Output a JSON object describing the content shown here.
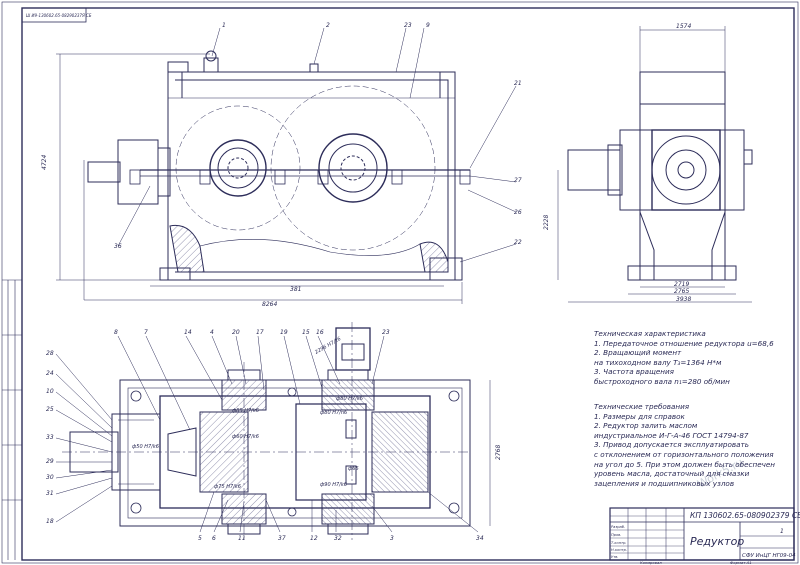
{
  "sheet": {
    "corner_stamp": "Ш И9-130602.65-08290237Я СБ",
    "format_label": "Формат  А1",
    "copied_label": "Копировал"
  },
  "drawing": {
    "front_dims": {
      "height": "4724",
      "width": "8264",
      "axis": "381"
    },
    "side_dims": {
      "top": "1574",
      "height": "2228",
      "w1": "2719",
      "w2": "2765",
      "total": "3938"
    },
    "plan_dims": {
      "height": "2768",
      "shaft": "2296 Н7/k6"
    },
    "callouts_front": [
      "1",
      "2",
      "23",
      "9",
      "21",
      "27",
      "26",
      "22",
      "36"
    ],
    "callouts_plan_top": [
      "8",
      "7",
      "14",
      "4",
      "20",
      "17",
      "19",
      "15",
      "16",
      "23"
    ],
    "callouts_plan_left": [
      "28",
      "24",
      "10",
      "25",
      "33",
      "29",
      "30",
      "31",
      "18"
    ],
    "callouts_plan_bottom": [
      "5",
      "6",
      "11",
      "37",
      "12",
      "32",
      "3",
      "34"
    ],
    "fits": [
      "ф85 Н7/k6",
      "ф60 Н7/k6",
      "ф80 Н7/n6",
      "ф65",
      "ф90 Н7/k6",
      "ф75 Н7/k6",
      "ф50 Н7/k6",
      "ф80 Н7/k6"
    ]
  },
  "technical_characteristics": {
    "title": "Техническая характеристика",
    "lines": [
      "1. Передаточное отношение редуктора u=68,6",
      "2. Вращающий момент",
      "на тихоходном валу  Т₃=1364 Н*м",
      "3. Частота вращения",
      "быстроходного вала n₁=280 об/мин"
    ]
  },
  "technical_requirements": {
    "title": "Технические требования",
    "lines": [
      "1. Размеры для справок",
      "2. Редуктор залить маслом",
      "индустриальное И-Г-А-46 ГОСТ 14794-87",
      "3. Привод допускается эксплуатировать",
      "с отклонением от горизонтального положения",
      "на угол до 5. При этом должен быть обеспечен",
      "уровень масла, достаточный для смазки",
      "зацепления и подшипниковых узлов"
    ]
  },
  "title_block": {
    "doc_number": "КП 130602.65-080902379 СБ",
    "name": "Редуктор",
    "sheets": "1",
    "organization": "СФУ ИнЦГ НГ09-04",
    "roles": [
      "Разраб.",
      "Пров.",
      "Т.контр.",
      "Н.контр.",
      "Утв."
    ]
  },
  "watermark": "Work5.ru"
}
